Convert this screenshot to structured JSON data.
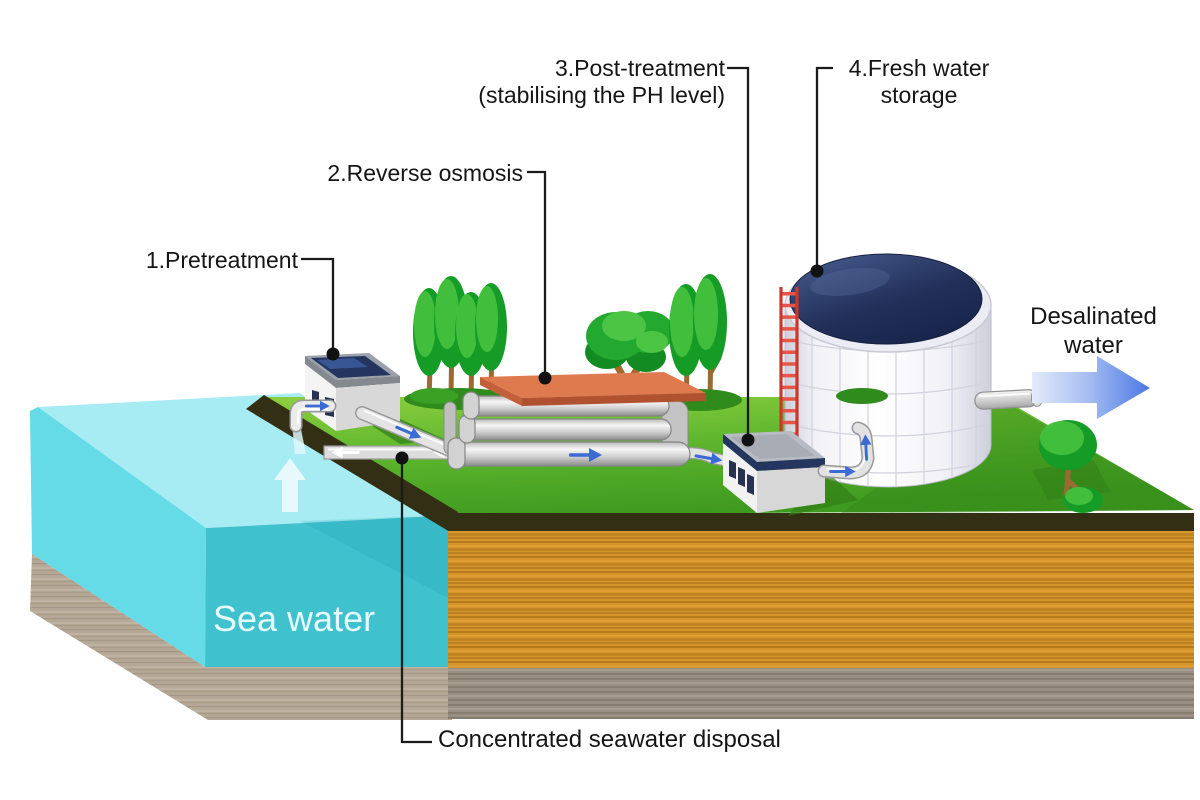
{
  "scene": {
    "description": "Isometric diagram of a sea water desalination plant",
    "labels": {
      "step1": "1.Pretreatment",
      "step2": "2.Reverse osmosis",
      "step3_line1": "3.Post-treatment",
      "step3_line2": "(stabilising the PH level)",
      "step4_line1": "4.Fresh water",
      "step4_line2": "storage",
      "sea_water": "Sea water",
      "desalinated_line1": "Desalinated",
      "desalinated_line2": "water",
      "disposal": "Concentrated seawater disposal"
    },
    "colors": {
      "sea_surface": "#a6ecf2",
      "sea_side": "#64dbe7",
      "sea_front": "#40c2ce",
      "sand_base": "#b5a896",
      "grass_shadow": "#2f7d15",
      "earth_band": "#332f15",
      "soil_orange": "#d6952b",
      "base_gray": "#998f82",
      "roof_navy": "#24365f",
      "tank_dome_navy": "#22305a",
      "ladder_red": "#e04534",
      "panel_orange": "#df7a4e",
      "flow_arrow_blue": "#3a6ad4",
      "big_arrow_blue": "#4c78e5",
      "label_text": "#151515",
      "sea_text": "#e6fbfd"
    }
  }
}
